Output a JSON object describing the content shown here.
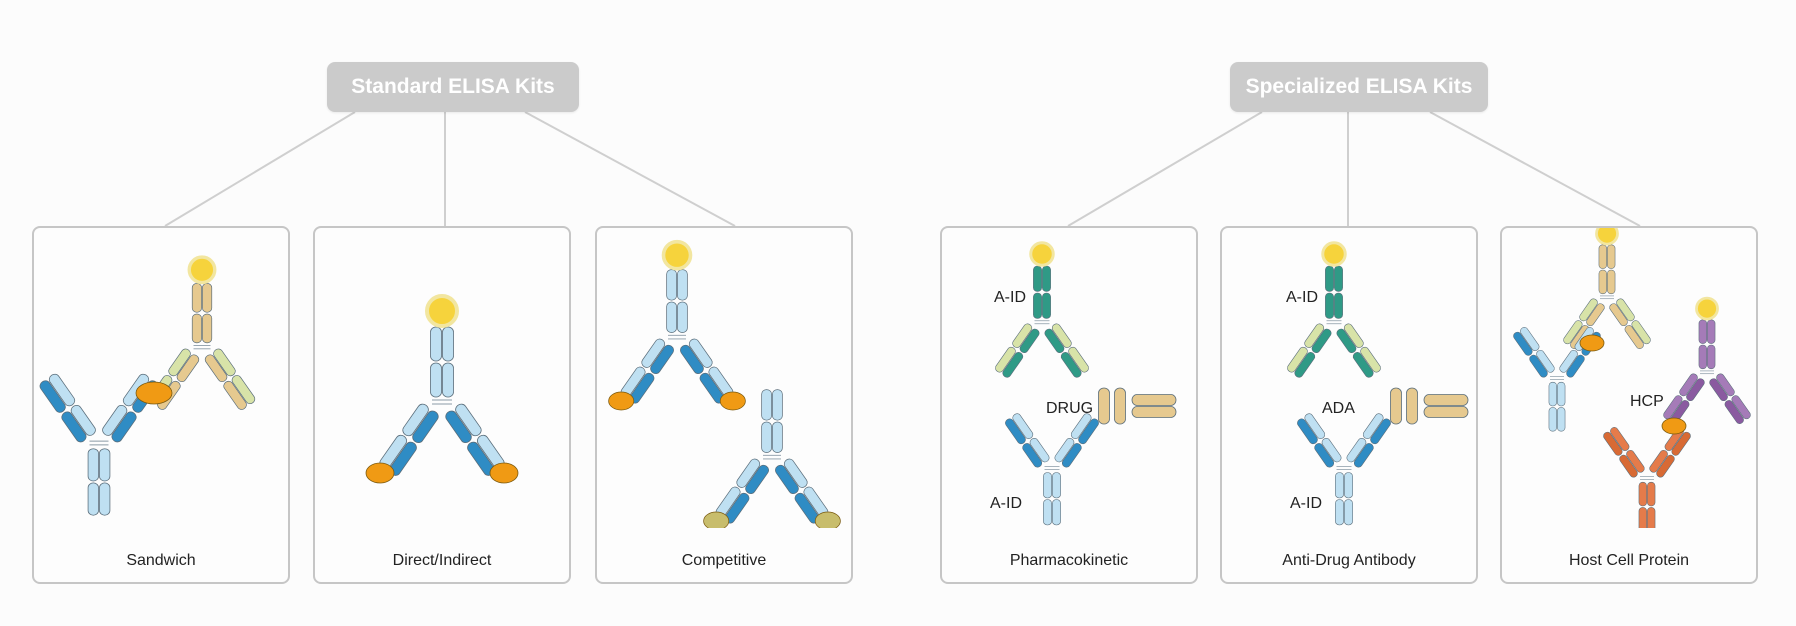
{
  "groups": [
    {
      "title": "Standard ELISA Kits",
      "panels": [
        {
          "caption": "Sandwich"
        },
        {
          "caption": "Direct/Indirect"
        },
        {
          "caption": "Competitive"
        }
      ]
    },
    {
      "title": "Specialized ELISA Kits",
      "panels": [
        {
          "caption": "Pharmacokinetic",
          "labels": [
            "A-ID",
            "DRUG",
            "A-ID"
          ]
        },
        {
          "caption": "Anti-Drug Antibody",
          "labels": [
            "A-ID",
            "ADA",
            "A-ID"
          ]
        },
        {
          "caption": "Host Cell Protein",
          "labels": [
            "HCP"
          ]
        }
      ]
    }
  ],
  "colors": {
    "connector": "#cfcfcf",
    "header_bg": "#cbcbcb",
    "panel_border": "#c6c6c6",
    "light_blue": "#bfe0f2",
    "dark_blue": "#2f8cc4",
    "tan": "#e6c98f",
    "pale_green": "#d8e3a8",
    "teal": "#2f9a86",
    "orange": "#f09a14",
    "olive": "#c8bd6c",
    "purple": "#a57bb8",
    "coral": "#e57b4a",
    "gold": "#f6d33c"
  }
}
